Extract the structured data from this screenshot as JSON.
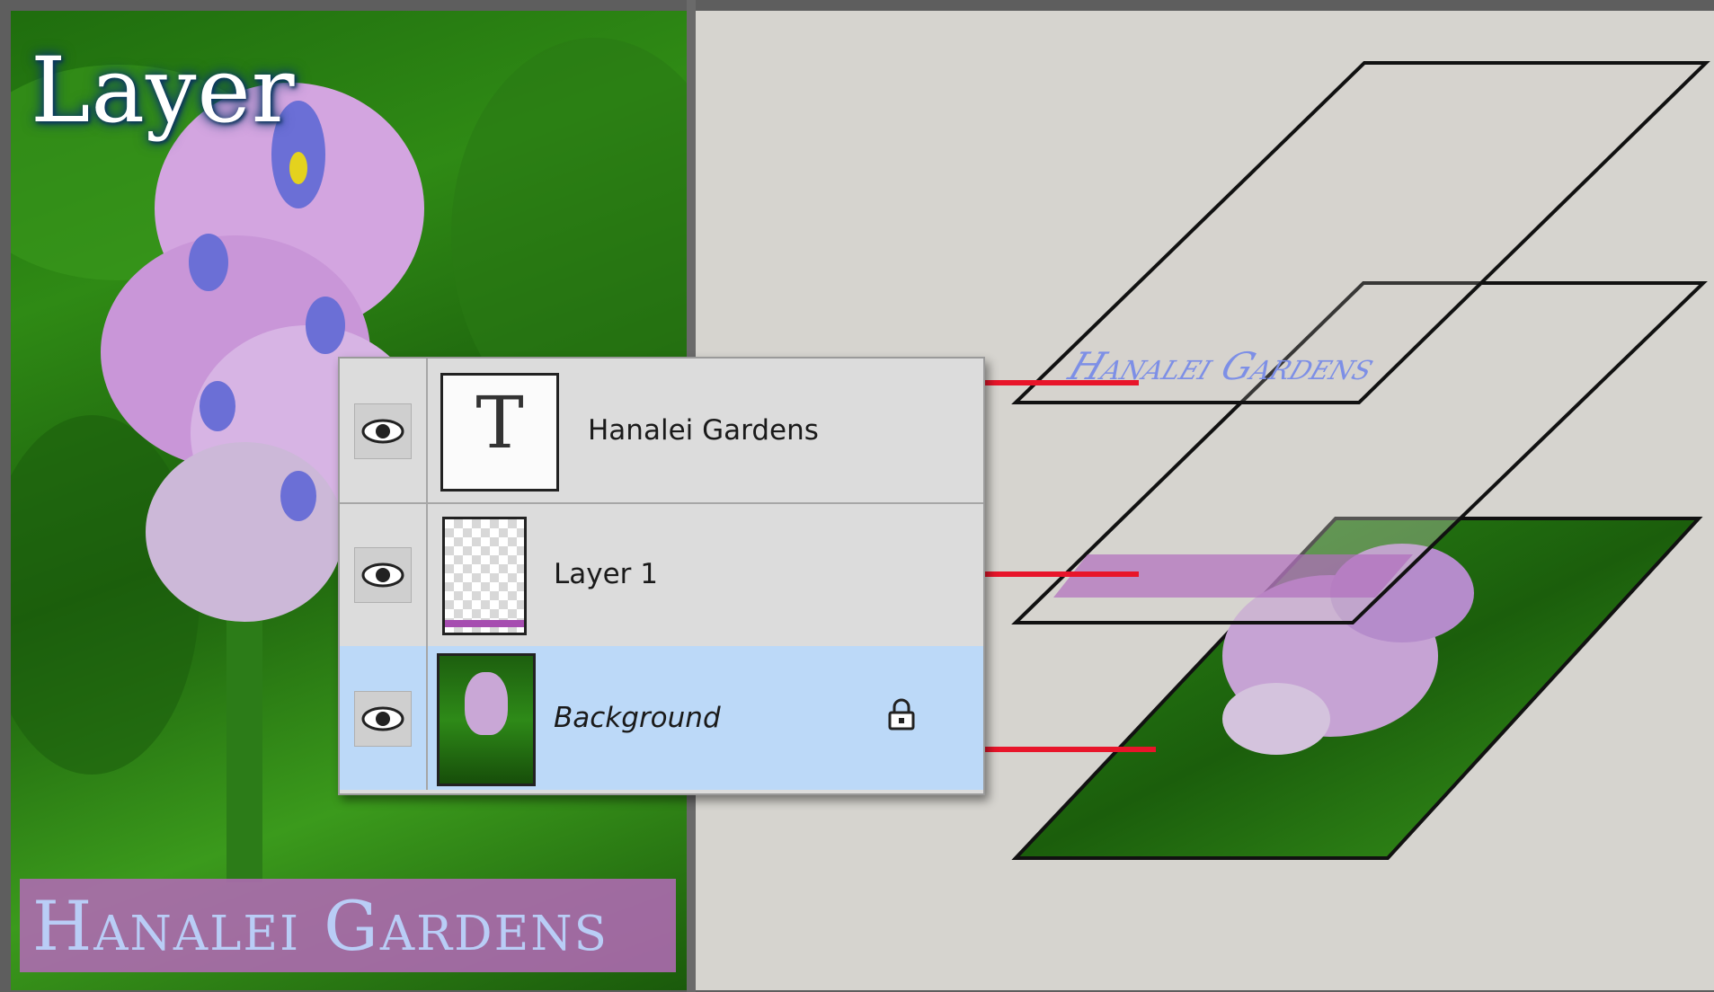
{
  "title": "Layer",
  "photo_caption": "Hanalei Gardens",
  "layers_panel": {
    "layers": [
      {
        "name": "Hanalei Gardens",
        "thumbnail": "text-layer-T",
        "visible": true,
        "selected": false,
        "locked": false,
        "thumb_glyph": "T"
      },
      {
        "name": "Layer 1",
        "thumbnail": "transparent-with-purple-bar",
        "visible": true,
        "selected": false,
        "locked": false
      },
      {
        "name": "Background",
        "thumbnail": "flower-photo",
        "visible": true,
        "selected": true,
        "locked": true
      }
    ]
  },
  "stack_diagram": {
    "top_plane_text": "Hanalei Gardens"
  },
  "colors": {
    "connector_red": "#e8152a",
    "selected_row": "#bcd9f8",
    "caption_purple": "#b06ab4",
    "caption_text": "#b9cdf6"
  },
  "icons": [
    "eye-icon",
    "lock-icon",
    "text-layer-icon"
  ]
}
